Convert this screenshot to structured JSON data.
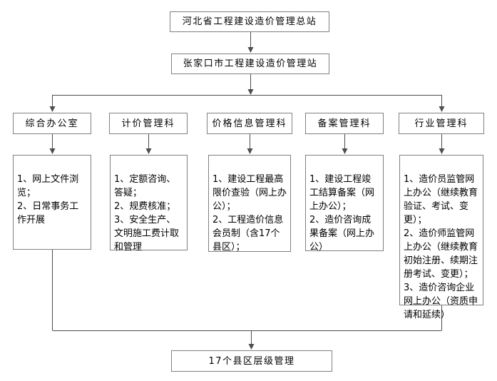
{
  "page": {
    "background": "#ffffff"
  },
  "colors": {
    "box_border": "#808080",
    "connector": "#4d4d4d",
    "text": "#000000"
  },
  "org_chart": {
    "root": {
      "label": "河北省工程建设造价管理总站"
    },
    "municipal": {
      "label": "张家口市工程建设造价管理站"
    },
    "departments": [
      {
        "label": "综合办公室",
        "duties": "1、网上文件浏览；\n2、日常事务工作开展"
      },
      {
        "label": "计价管理科",
        "duties": "1、定额咨询、答疑；\n2、规费核准；\n3、安全生产、文明施工费计取和管理"
      },
      {
        "label": "价格信息管理科",
        "duties": "1、建设工程最高限价查验（网上办公）；\n2、工程造价信息会员制（含17个县区）；"
      },
      {
        "label": "备案管理科",
        "duties": "1、建设工程竣工结算备案（网上办公）；\n2、造价咨询成果备案（网上办公）"
      },
      {
        "label": "行业管理科",
        "duties": "1、造价员监管网上办公（继续教育验证、考试、变更）；\n2、造价师监管网上办公（继续教育初始注册、续期注册考试、变更）；\n3、造价咨询企业网上办公（资质申请和延续）"
      }
    ],
    "bottom": {
      "label": "17个县区层级管理"
    }
  }
}
